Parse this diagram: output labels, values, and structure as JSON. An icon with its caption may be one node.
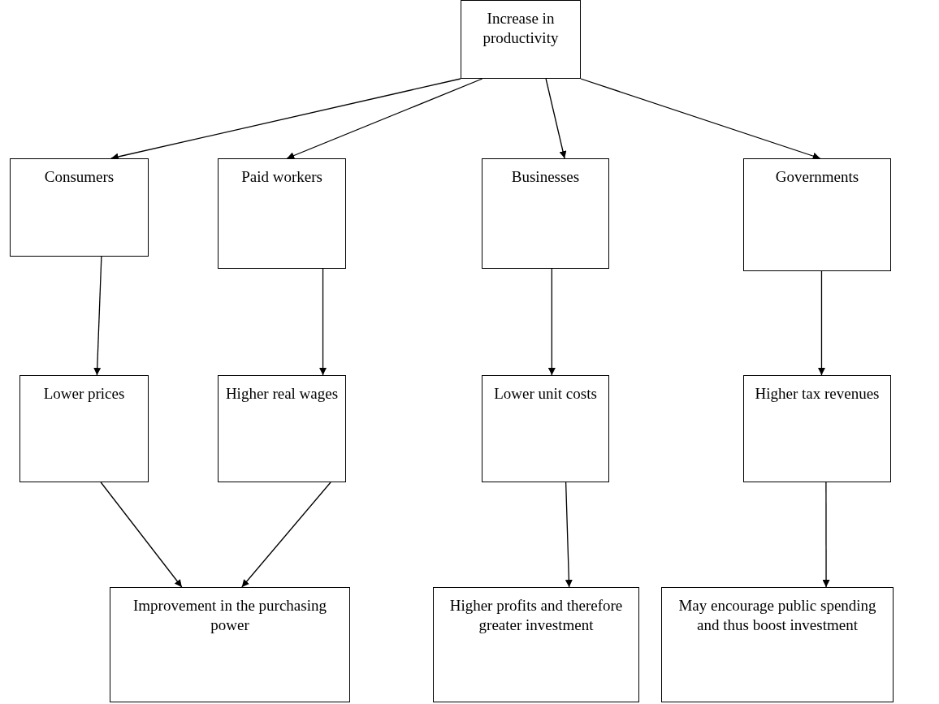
{
  "diagram": {
    "nodes": [
      {
        "text": [
          "Increase in productivity"
        ]
      },
      {
        "text": [
          "Consumers"
        ]
      },
      {
        "text": [
          "Paid workers"
        ]
      },
      {
        "text": [
          "Businesses"
        ]
      },
      {
        "text": [
          "Governments"
        ]
      },
      {
        "text": [
          "Lower prices"
        ]
      },
      {
        "text": [
          "Higher real wages"
        ]
      },
      {
        "text": [
          "Lower unit costs"
        ]
      },
      {
        "text": [
          "Higher tax revenues"
        ]
      },
      {
        "text": [
          "Improvement in the purchasing power"
        ]
      },
      {
        "text": [
          "Higher profits and therefore greater investment"
        ]
      },
      {
        "text": [
          "May encourage public spending and thus boost investment"
        ]
      }
    ],
    "edges": [
      {
        "from": 0,
        "to": 1,
        "arrow": "to"
      },
      {
        "from": 0,
        "to": 2,
        "arrow": "to"
      },
      {
        "from": 0,
        "to": 3,
        "arrow": "to"
      },
      {
        "from": 0,
        "to": 4,
        "arrow": "to"
      },
      {
        "from": 1,
        "to": 5,
        "arrow": "to"
      },
      {
        "from": 2,
        "to": 6,
        "arrow": "to"
      },
      {
        "from": 3,
        "to": 7,
        "arrow": "to"
      },
      {
        "from": 4,
        "to": 8,
        "arrow": "to"
      },
      {
        "from": 5,
        "to": 9,
        "arrow": "to"
      },
      {
        "from": 6,
        "to": 9,
        "arrow": "to"
      },
      {
        "from": 7,
        "to": 10,
        "arrow": "to"
      },
      {
        "from": 8,
        "to": 11,
        "arrow": "to"
      }
    ]
  }
}
